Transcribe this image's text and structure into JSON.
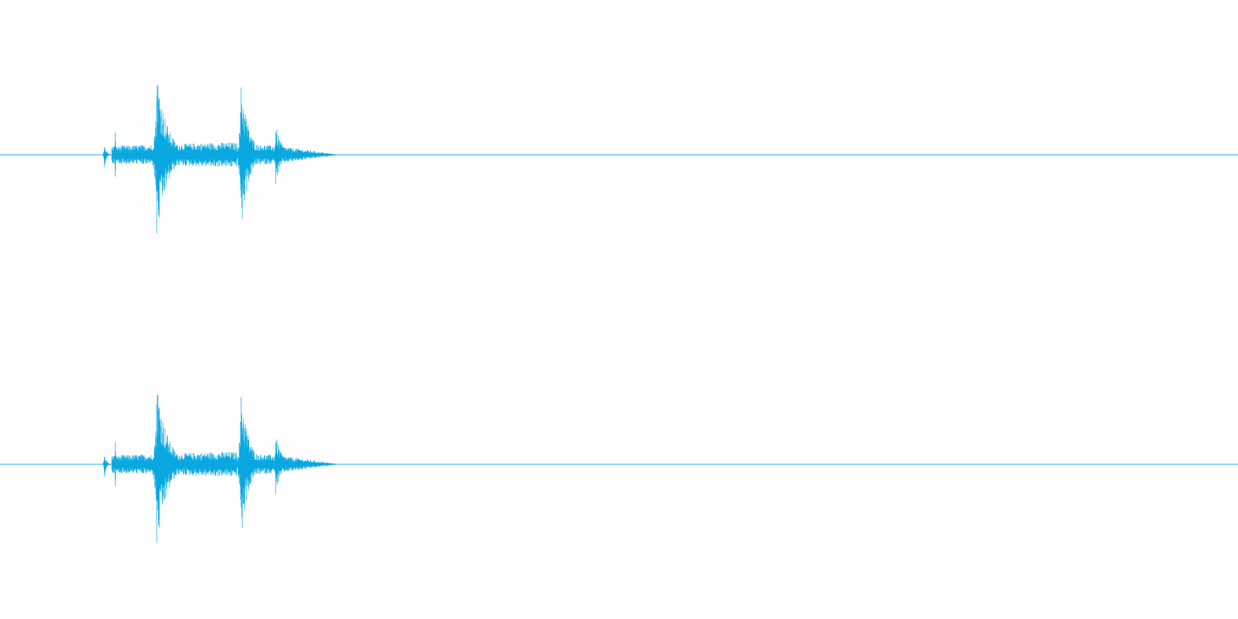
{
  "colors": {
    "background": "#ffffff",
    "waveform": "#0aa8e0"
  },
  "chart_data": {
    "type": "area",
    "description_kind": "stereo audio waveform",
    "channels": [
      {
        "bursts": [
          {
            "t": 0.084,
            "peak": 0.18,
            "decay": 0.0015
          },
          {
            "t": 0.093,
            "peak": 0.9,
            "decay": 0.0003
          },
          {
            "t": 0.1265,
            "peak": 1.0,
            "decay": 0.008
          },
          {
            "t": 0.1945,
            "peak": 0.92,
            "decay": 0.006
          },
          {
            "t": 0.2225,
            "peak": 0.35,
            "decay": 0.005
          }
        ],
        "floor": [
          {
            "t": 0.09,
            "amp": 0.1
          },
          {
            "t": 0.185,
            "amp": 0.14
          },
          {
            "t": 0.225,
            "amp": 0.1
          },
          {
            "t": 0.245,
            "amp": 0.06
          },
          {
            "t": 0.274,
            "amp": 0.0
          }
        ]
      },
      {
        "bursts": [
          {
            "t": 0.084,
            "peak": 0.18,
            "decay": 0.0015
          },
          {
            "t": 0.093,
            "peak": 0.9,
            "decay": 0.0003
          },
          {
            "t": 0.1265,
            "peak": 1.0,
            "decay": 0.008
          },
          {
            "t": 0.1945,
            "peak": 0.92,
            "decay": 0.006
          },
          {
            "t": 0.2225,
            "peak": 0.35,
            "decay": 0.005
          }
        ],
        "floor": [
          {
            "t": 0.09,
            "amp": 0.1
          },
          {
            "t": 0.185,
            "amp": 0.14
          },
          {
            "t": 0.225,
            "amp": 0.1
          },
          {
            "t": 0.245,
            "amp": 0.06
          },
          {
            "t": 0.274,
            "amp": 0.0
          }
        ]
      }
    ],
    "x_range": [
      0,
      1
    ],
    "y_range": [
      -1,
      1
    ],
    "grid": false,
    "legend": "none"
  }
}
